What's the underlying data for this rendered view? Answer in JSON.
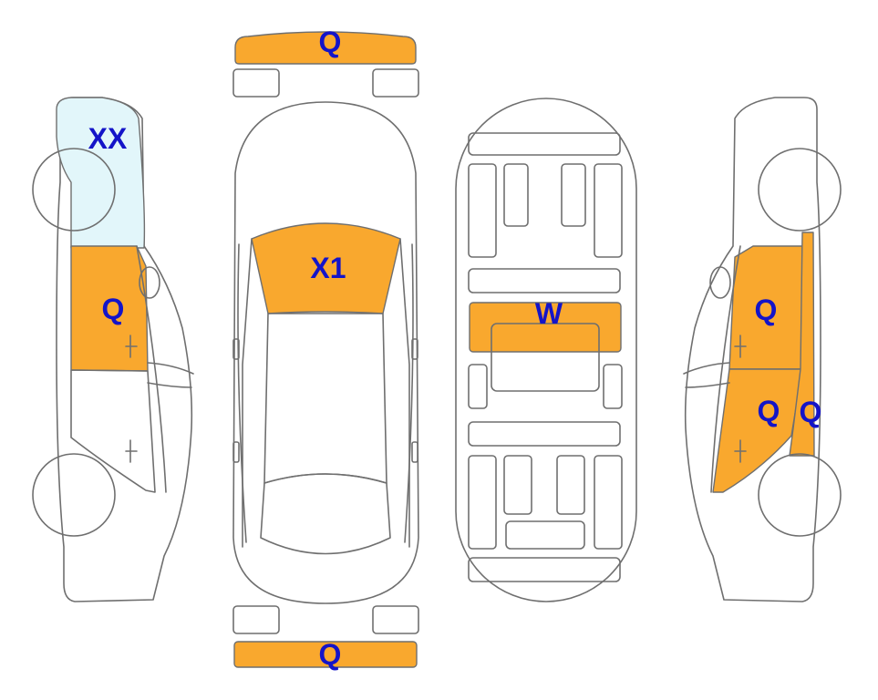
{
  "colors": {
    "damage": "#F9A82E",
    "scratch": "#E2F6FA",
    "outline": "#6F6F6F",
    "label": "#1414C8"
  },
  "labels": {
    "front_bumper": "Q",
    "rear_bumper": "Q",
    "hood": "X1",
    "trunk": "W",
    "left_front_fender": "XX",
    "left_front_door": "Q",
    "right_front_door": "Q",
    "right_rear_door": "Q",
    "right_rear_quarter": "Q"
  }
}
